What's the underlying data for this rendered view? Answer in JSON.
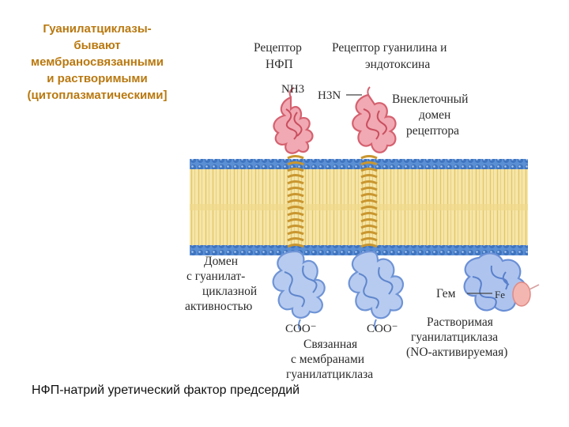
{
  "caption": {
    "lines": [
      "Гуанилатциклазы-",
      "бывают",
      "мембраносвязанными",
      "и растворимыми",
      "(цитоплазматическими]"
    ],
    "color": "#b9780f"
  },
  "labels": {
    "npr_receptor": [
      "Рецептор",
      "НФП"
    ],
    "guanylin_receptor": [
      "Рецептор гуанилина и",
      "эндотоксина"
    ],
    "extracellular": [
      "Внеклеточный",
      "домен",
      "рецептора"
    ],
    "cyclase_domain": [
      "Домен",
      "с гуанилат-",
      "циклазной",
      "активностью"
    ],
    "heme": "Гем",
    "iron": "Fe",
    "soluble": [
      "Растворимая",
      "гуанилатциклаза",
      "(NO-активируемая)"
    ],
    "membrane_bound": [
      "Связанная",
      "с мембранами",
      "гуанилатциклаза"
    ],
    "nh3_left": "NH3",
    "nh3_right": "H3N",
    "coo_left": "COO⁻",
    "coo_right": "COO⁻"
  },
  "footnote": "НФП-натрий уретический  фактор предсердий",
  "colors": {
    "membrane": "#f2dc8f",
    "membrane_edge": "#4f82c7",
    "helix": "#cfa34a",
    "extracellular_domain": "#e07f8c",
    "cyclase_domain": "#8fb0e6",
    "soluble_cyclase": "#7fa2e0",
    "heme": "#ef9e9a"
  }
}
